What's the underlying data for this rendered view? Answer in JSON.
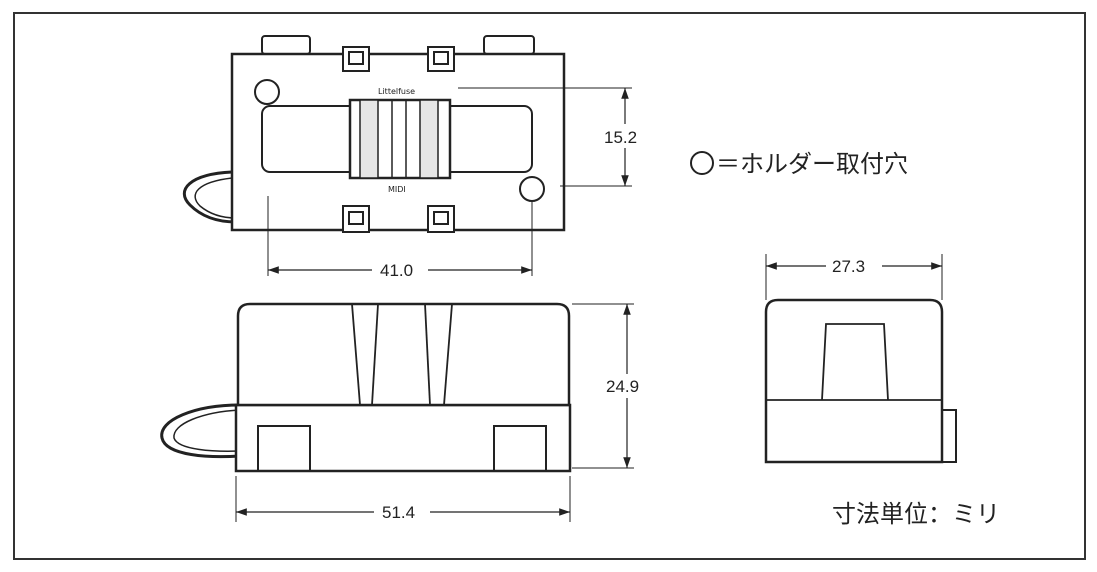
{
  "dimensions": {
    "hole_spacing": "41.0",
    "height_top": "15.2",
    "overall_length": "51.4",
    "overall_height": "24.9",
    "side_width": "27.3"
  },
  "labels": {
    "brand": "Littelfuse",
    "type": "MIDI"
  },
  "notes": {
    "legend_symbol": "○",
    "legend_text": "＝ホルダー取付穴",
    "unit": "寸法単位：ミリ"
  }
}
